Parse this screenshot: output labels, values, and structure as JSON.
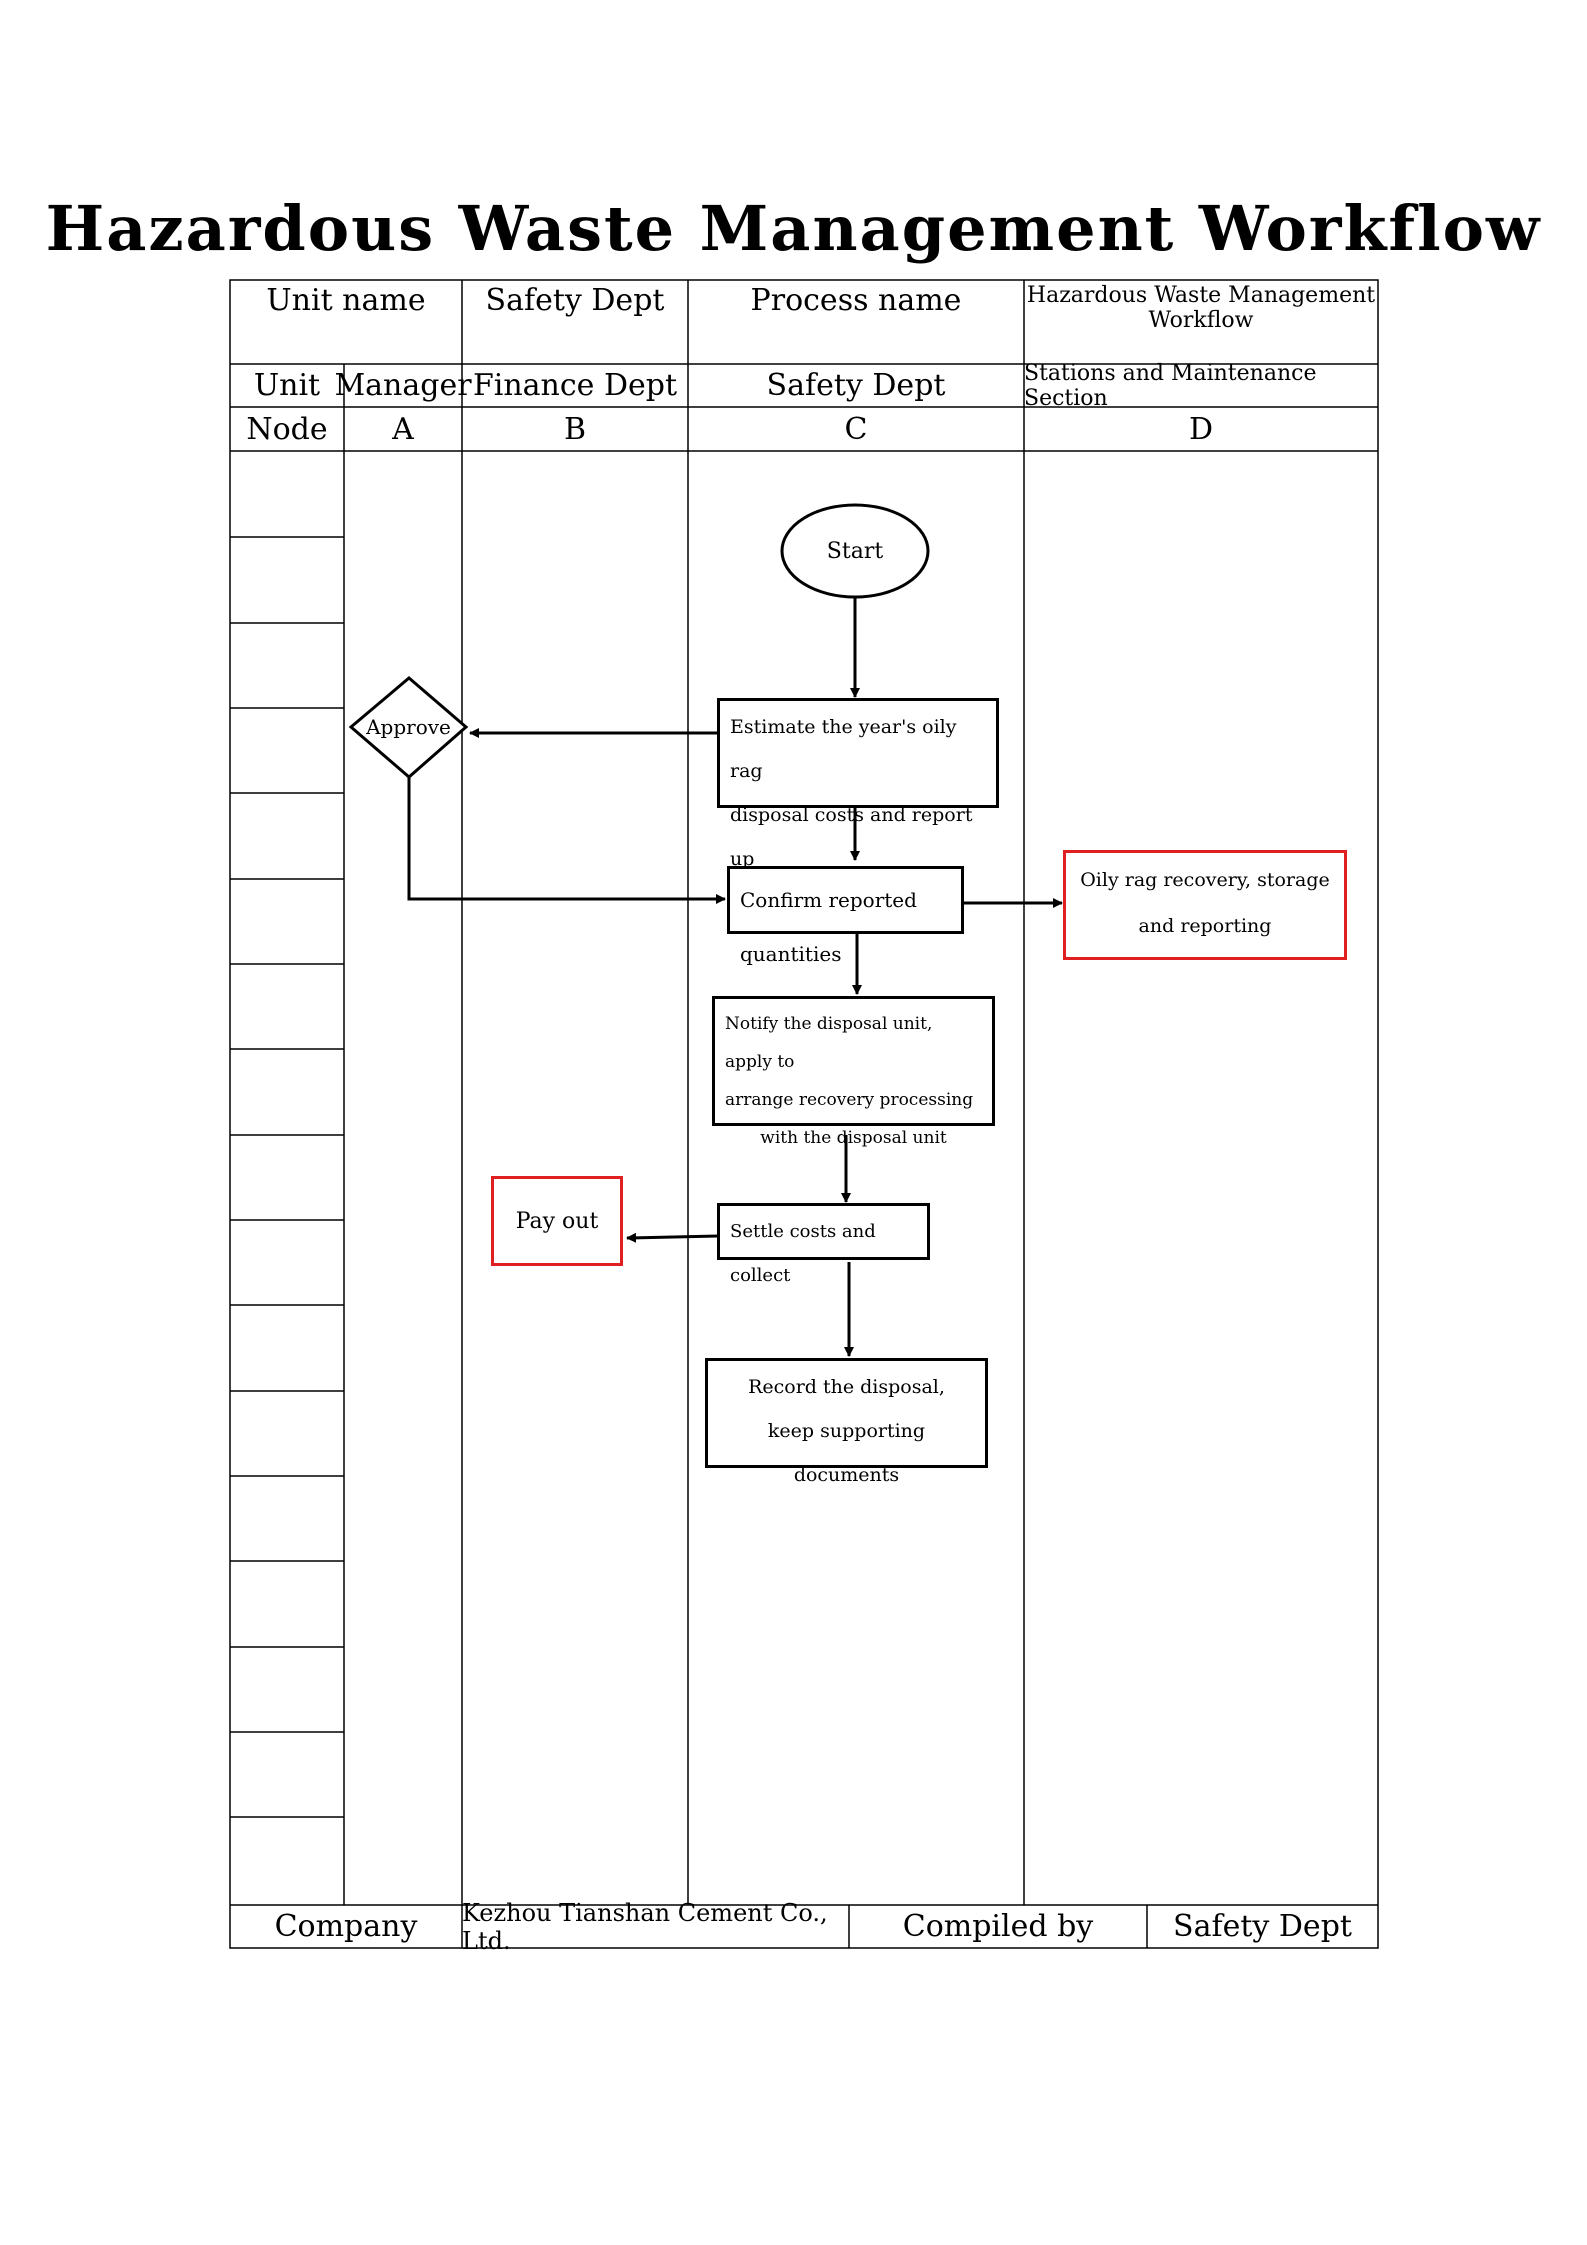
{
  "title": "Hazardous Waste Management Workflow",
  "header": {
    "unit_name_label": "Unit name",
    "unit_name_value": "Safety Dept",
    "process_name_label": "Process name",
    "process_name_value": "Hazardous Waste Management Workflow",
    "unit_label": "Unit",
    "col_a_unit": "Manager",
    "col_b_unit": "Finance Dept",
    "col_c_unit": "Safety Dept",
    "col_d_unit": "Stations and Maintenance Section",
    "node_label": "Node",
    "col_a_node": "A",
    "col_b_node": "B",
    "col_c_node": "C",
    "col_d_node": "D"
  },
  "nodes": {
    "start": "Start",
    "approve": "Approve",
    "estimate": [
      "Estimate the year's oily rag",
      "disposal costs and report up"
    ],
    "confirm": "Confirm reported quantities",
    "recycle": [
      "Oily rag recovery, storage",
      "and reporting"
    ],
    "notify": [
      "Notify the disposal unit, apply to",
      "arrange recovery processing",
      "with the disposal unit"
    ],
    "settle": "Settle costs and collect",
    "pay": "Pay out",
    "register": [
      "Record the disposal,",
      "keep supporting documents"
    ]
  },
  "footer": {
    "company_label": "Company",
    "company_value": "Kezhou Tianshan Cement Co., Ltd.",
    "compiler_label": "Compiled by",
    "compiler_value": "Safety Dept"
  },
  "colors": {
    "line": "#000000",
    "highlight": "#e02020"
  }
}
